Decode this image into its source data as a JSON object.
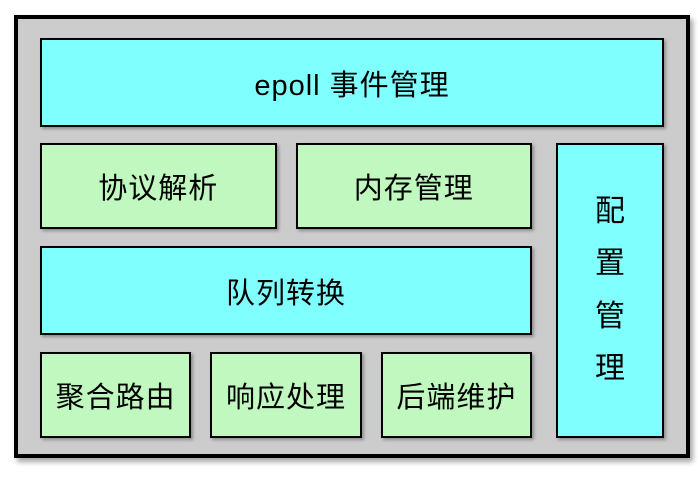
{
  "diagram": {
    "title_block": "epoll 事件管理",
    "row2": [
      "协议解析",
      "内存管理"
    ],
    "row3": "队列转换",
    "row4": [
      "聚合路由",
      "响应处理",
      "后端维护"
    ],
    "side_block": "配置管理"
  },
  "colors": {
    "panel_background": "#CCCCCC",
    "cyan_block": "#80FFFF",
    "green_block": "#C0F8C0",
    "border": "#000000",
    "text": "#000000"
  }
}
